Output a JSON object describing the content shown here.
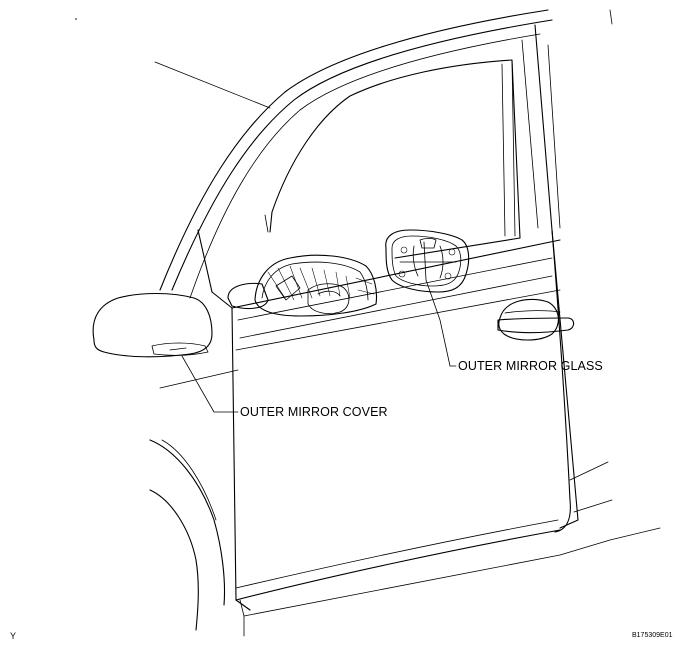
{
  "labels": {
    "outer_mirror_glass": "OUTER MIRROR GLASS",
    "outer_mirror_cover": "OUTER MIRROR COVER"
  },
  "footer": {
    "corner_mark": "Y",
    "figure_code": "B175309E01"
  },
  "colors": {
    "line": "#000000",
    "background": "#ffffff"
  }
}
